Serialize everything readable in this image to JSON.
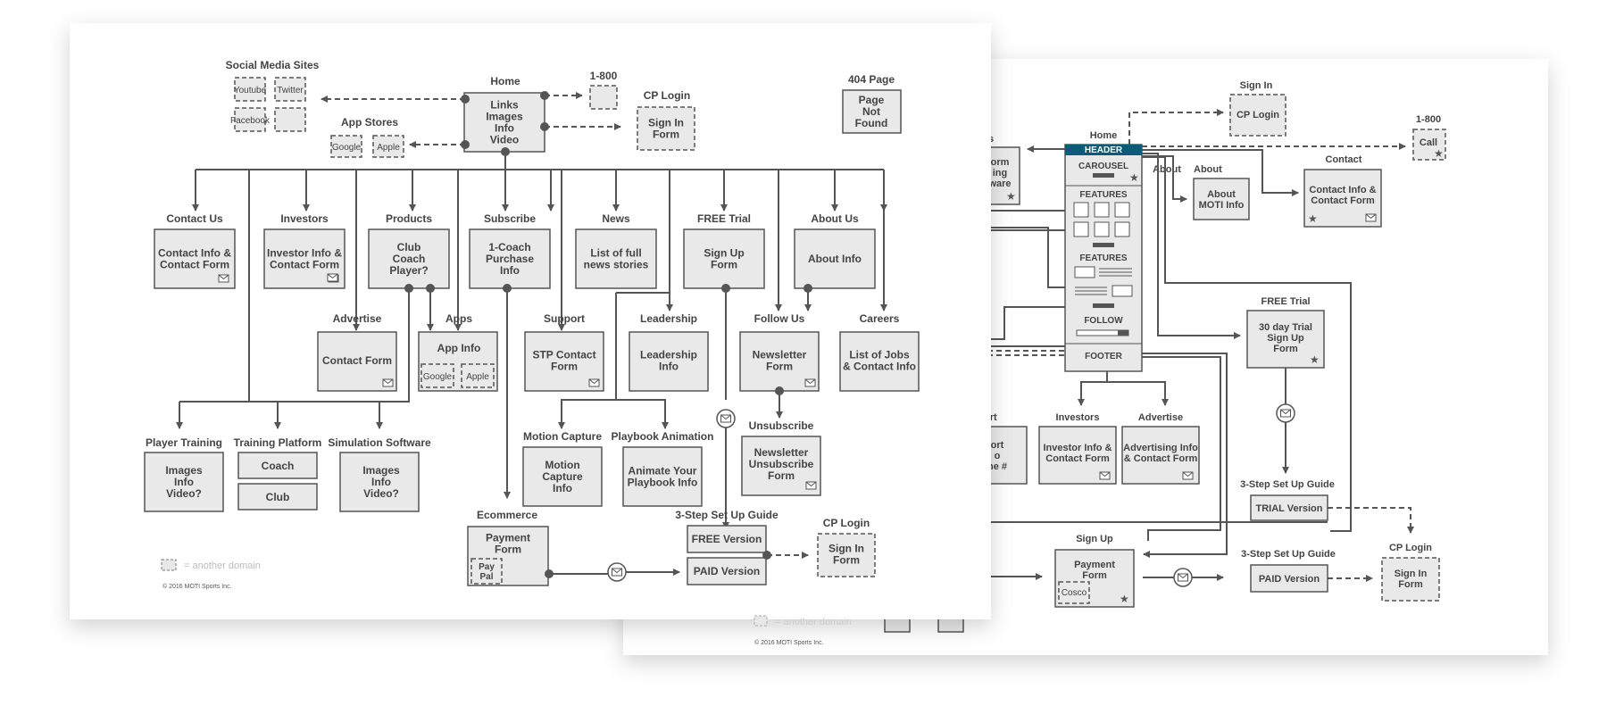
{
  "legend": {
    "text": "= another domain",
    "copyright": "© 2016 MOTI Sports Inc."
  },
  "front": {
    "boxes": [
      {
        "id": "home",
        "title": "Home",
        "lines": [
          "Links",
          "Images",
          "Info",
          "Video"
        ]
      },
      {
        "id": "social",
        "title": "Social Media Sites",
        "items": [
          "Youtube",
          "Twitter",
          "Facebook",
          ""
        ]
      },
      {
        "id": "stores",
        "title": "App Stores",
        "items": [
          "Google",
          "Apple"
        ]
      },
      {
        "id": "one800",
        "title": "1-800",
        "lines": []
      },
      {
        "id": "cplogin",
        "title": "CP Login",
        "lines": [
          "Sign In",
          "Form"
        ]
      },
      {
        "id": "p404",
        "title": "404 Page",
        "lines": [
          "Page",
          "Not",
          "Found"
        ]
      },
      {
        "id": "contact",
        "title": "Contact Us",
        "lines": [
          "Contact Info &",
          "Contact Form"
        ]
      },
      {
        "id": "investors",
        "title": "Investors",
        "lines": [
          "Investor Info &",
          "Contact Form"
        ]
      },
      {
        "id": "products",
        "title": "Products",
        "lines": [
          "Club",
          "Coach",
          "Player?"
        ]
      },
      {
        "id": "subscribe",
        "title": "Subscribe",
        "lines": [
          "1-Coach",
          "Purchase",
          "Info"
        ]
      },
      {
        "id": "news",
        "title": "News",
        "lines": [
          "List of full",
          "news stories"
        ]
      },
      {
        "id": "freetrial",
        "title": "FREE Trial",
        "lines": [
          "Sign Up",
          "Form"
        ]
      },
      {
        "id": "about",
        "title": "About Us",
        "lines": [
          "About Info"
        ]
      },
      {
        "id": "advertise",
        "title": "Advertise",
        "lines": [
          "Contact Form"
        ]
      },
      {
        "id": "apps",
        "title": "Apps",
        "lines": [
          "App Info"
        ],
        "items": [
          "Google",
          "Apple"
        ]
      },
      {
        "id": "support",
        "title": "Support",
        "lines": [
          "STP Contact",
          "Form"
        ]
      },
      {
        "id": "leadership",
        "title": "Leadership",
        "lines": [
          "Leadership",
          "Info"
        ]
      },
      {
        "id": "follow",
        "title": "Follow Us",
        "lines": [
          "Newsletter",
          "Form"
        ]
      },
      {
        "id": "careers",
        "title": "Careers",
        "lines": [
          "List of Jobs",
          "& Contact Info"
        ]
      },
      {
        "id": "unsub",
        "title": "Unsubscribe",
        "lines": [
          "Newsletter",
          "Unsubscribe",
          "Form"
        ]
      },
      {
        "id": "playertraining",
        "title": "Player Training",
        "lines": [
          "Images",
          "Info",
          "Video?"
        ]
      },
      {
        "id": "trainingplatform",
        "title": "Training Platform",
        "items": [
          "Coach",
          "Club"
        ]
      },
      {
        "id": "simulation",
        "title": "Simulation Software",
        "lines": [
          "Images",
          "Info",
          "Video?"
        ]
      },
      {
        "id": "motion",
        "title": "Motion Capture",
        "lines": [
          "Motion",
          "Capture",
          "Info"
        ]
      },
      {
        "id": "playbook",
        "title": "Playbook Animation",
        "lines": [
          "Animate Your",
          "Playbook Info"
        ]
      },
      {
        "id": "ecommerce",
        "title": "Ecommerce",
        "lines": [
          "Payment",
          "Form"
        ],
        "items": [
          "Pay",
          "Pal"
        ]
      },
      {
        "id": "setup",
        "title": "3-Step Set Up Guide",
        "items": [
          "FREE Version",
          "PAID Version"
        ]
      },
      {
        "id": "cplogin2",
        "title": "CP Login",
        "lines": [
          "Sign In",
          "Form"
        ]
      }
    ]
  },
  "back": {
    "boxes": [
      {
        "id": "signin",
        "title": "Sign In",
        "lines": [
          "CP Login"
        ]
      },
      {
        "id": "home",
        "title": "Home",
        "sections": [
          "HEADER",
          "CAROUSEL",
          "FEATURES",
          "FEATURES",
          "FOLLOW",
          "FOOTER"
        ]
      },
      {
        "id": "one800",
        "title": "1-800",
        "lines": [
          "Call"
        ]
      },
      {
        "id": "about",
        "title": "About",
        "lines": [
          "About",
          "MOTI Info"
        ]
      },
      {
        "id": "contact",
        "title": "Contact",
        "lines": [
          "Contact Info &",
          "Contact Form"
        ]
      },
      {
        "id": "freetrial",
        "title": "FREE Trial",
        "lines": [
          "30 day Trial",
          "Sign Up",
          "Form"
        ]
      },
      {
        "id": "support",
        "title": "Support",
        "lines": [
          "Support",
          "Info",
          "Phone #"
        ],
        "prefix": [
          "ort",
          "ort",
          "o",
          "ne #"
        ]
      },
      {
        "id": "leftcut",
        "lines": [
          "orm",
          "ing",
          "ware"
        ]
      },
      {
        "id": "investors",
        "title": "Investors",
        "lines": [
          "Investor Info &",
          "Contact Form"
        ]
      },
      {
        "id": "advertise",
        "title": "Advertise",
        "lines": [
          "Advertising Info",
          "& Contact Form"
        ]
      },
      {
        "id": "setup1",
        "title": "3-Step Set Up Guide",
        "lines": [
          "TRIAL Version"
        ]
      },
      {
        "id": "signup",
        "title": "Sign Up",
        "lines": [
          "Payment",
          "Form"
        ],
        "items": [
          "Cosco"
        ]
      },
      {
        "id": "setup2",
        "title": "3-Step Set Up Guide",
        "lines": [
          "PAID Version"
        ]
      },
      {
        "id": "cplogin",
        "title": "CP Login",
        "lines": [
          "Sign In",
          "Form"
        ]
      }
    ]
  }
}
